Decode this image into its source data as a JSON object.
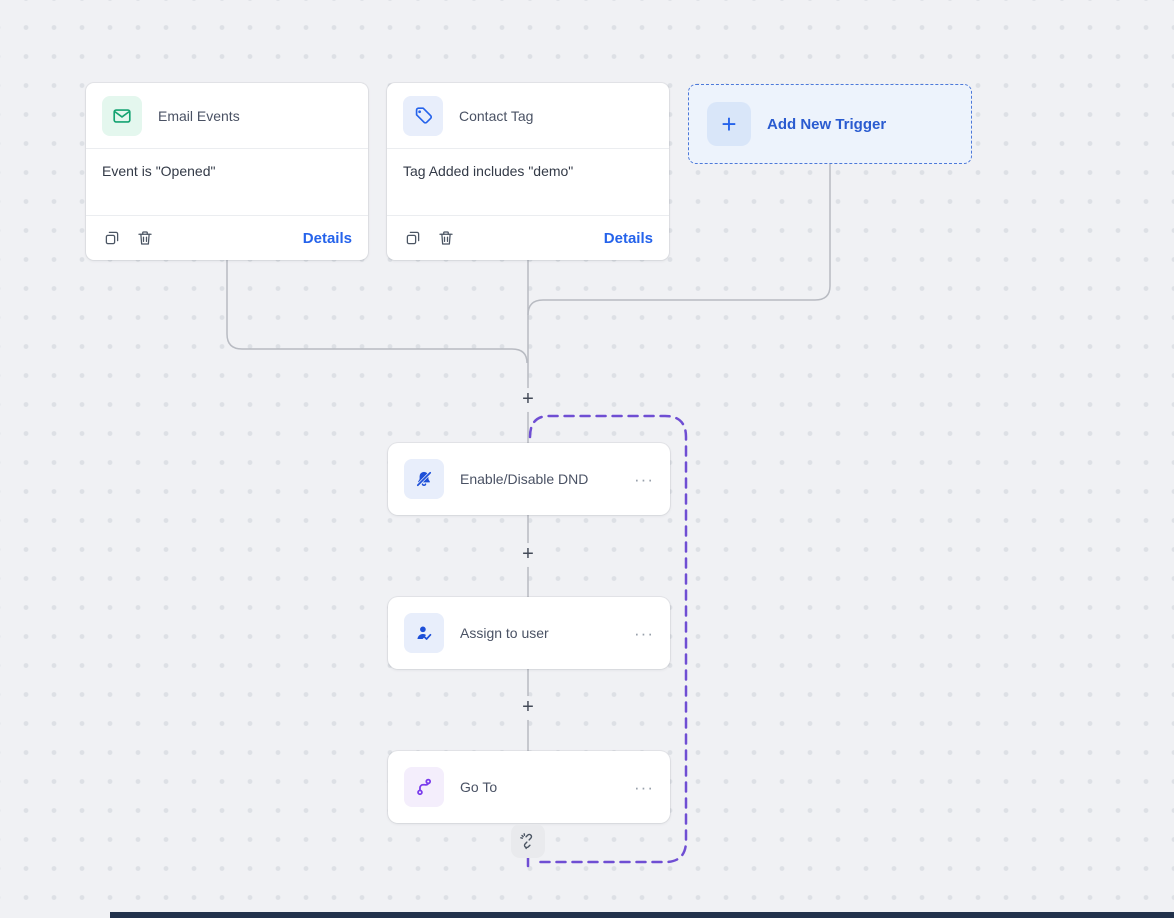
{
  "canvas": {
    "bg": "#f0f1f4",
    "dot_color": "#dde0e5"
  },
  "colors": {
    "accent_blue": "#2563eb",
    "link_blue": "#2563eb",
    "purple_path": "#6f4ed3",
    "green_icon": "#15a372",
    "connector_gray": "#b8bbc2"
  },
  "triggers": [
    {
      "title": "Email Events",
      "body": "Event is \"Opened\"",
      "details_label": "Details"
    },
    {
      "title": "Contact Tag",
      "body": "Tag Added includes \"demo\"",
      "details_label": "Details"
    }
  ],
  "add_trigger": {
    "label": "Add New Trigger",
    "plus": "+"
  },
  "actions": [
    {
      "title": "Enable/Disable DND",
      "menu": "···"
    },
    {
      "title": "Assign to user",
      "menu": "···"
    },
    {
      "title": "Go To",
      "menu": "···"
    }
  ],
  "connectors": {
    "plus": "+"
  }
}
